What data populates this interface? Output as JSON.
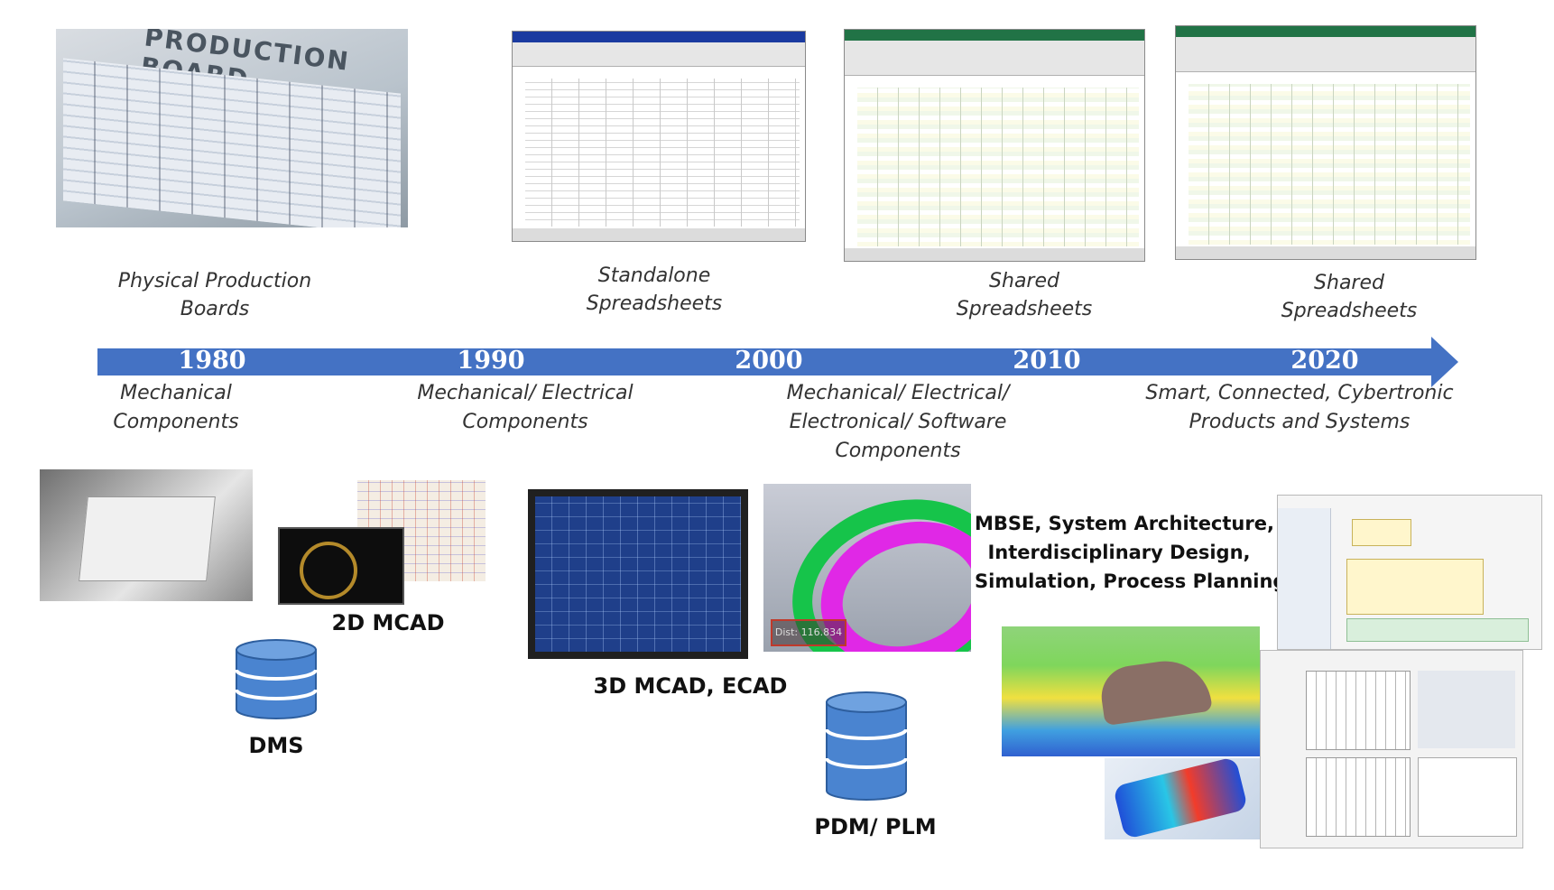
{
  "colors": {
    "timeline": "#4472c4",
    "database": "#4a84d0",
    "text": "#333333"
  },
  "timeline": {
    "years": [
      "1980",
      "1990",
      "2000",
      "2010",
      "2020"
    ]
  },
  "planning_captions": [
    {
      "line1": "Physical Production",
      "line2": "Boards"
    },
    {
      "line1": "Standalone",
      "line2": "Spreadsheets"
    },
    {
      "line1": "Shared",
      "line2": "Spreadsheets"
    },
    {
      "line1": "Shared",
      "line2": "Spreadsheets"
    }
  ],
  "product_eras": [
    {
      "line1": "Mechanical",
      "line2": "Components",
      "line3": ""
    },
    {
      "line1": "Mechanical/ Electrical",
      "line2": "Components",
      "line3": ""
    },
    {
      "line1": "Mechanical/ Electrical/",
      "line2": "Electronical/ Software",
      "line3": "Components"
    },
    {
      "line1": "Smart, Connected, Cybertronic",
      "line2": "Products and Systems",
      "line3": ""
    }
  ],
  "tools": {
    "mcad2d": "2D MCAD",
    "dms": "DMS",
    "mcad3d": "3D MCAD, ECAD",
    "pdm": "PDM/ PLM",
    "mbse": {
      "line1": "MBSE, System Architecture,",
      "line2": "Interdisciplinary Design,",
      "line3": "Simulation, Process Planning"
    }
  },
  "images": {
    "production_board_text": "PRODUCTION BOARD",
    "cad_readout": "Dist: 116.834"
  }
}
